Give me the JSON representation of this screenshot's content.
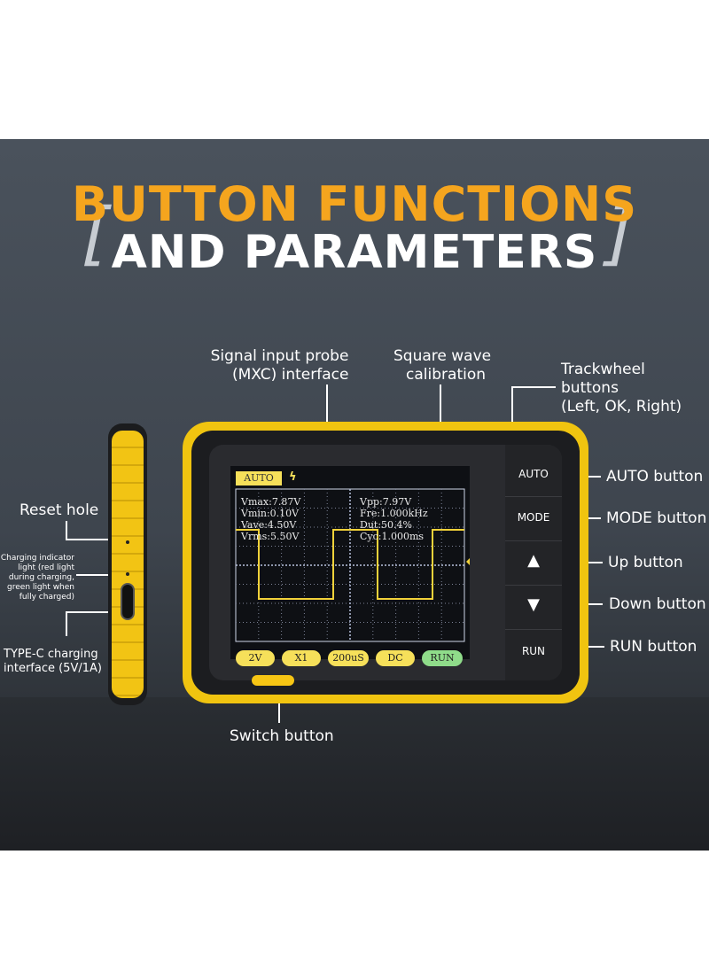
{
  "header": {
    "line1": "BUTTON FUNCTIONS",
    "line2": "AND PARAMETERS",
    "bracket_left": "[",
    "bracket_right": "]"
  },
  "callouts": {
    "signal_probe": [
      "Signal input probe",
      "(MXC) interface"
    ],
    "square_wave": [
      "Square wave",
      "calibration"
    ],
    "trackwheel": [
      "Trackwheel",
      "buttons",
      "(Left, OK, Right)"
    ],
    "auto_button": "AUTO button",
    "mode_button": "MODE button",
    "up_button": "Up button",
    "down_button": "Down button",
    "run_button": "RUN button",
    "reset_hole": "Reset hole",
    "charging_indicator": [
      "Charging indicator",
      "light (red light",
      "during charging,",
      "green light when",
      "fully charged)"
    ],
    "type_c": [
      "TYPE-C charging",
      "interface (5V/1A)"
    ],
    "switch_button": "Switch button"
  },
  "device": {
    "buttons": {
      "auto": "AUTO",
      "mode": "MODE",
      "up": "▲",
      "down": "▼",
      "run": "RUN"
    },
    "screen": {
      "mode_tab": "AUTO",
      "trigger_icon": "lightning-icon",
      "measurements_left": [
        "Vmax:7.87V",
        "Vmin:0.10V",
        "Vave:4.50V",
        "Vrms:5.50V"
      ],
      "measurements_right": [
        "Vpp:7.97V",
        "Fre:1.000kHz",
        "Dut:50.4%",
        "Cyc:1.000ms"
      ],
      "chips": [
        "2V",
        "X1",
        "200uS",
        "DC",
        "RUN"
      ]
    }
  },
  "colors": {
    "accent_orange": "#f5a51e",
    "device_yellow": "#f0c410",
    "trace_yellow": "#f2d23a",
    "run_green": "#8fdc8a"
  }
}
